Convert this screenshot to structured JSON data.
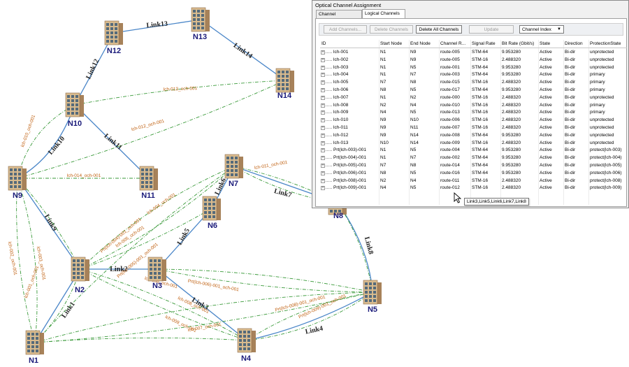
{
  "network": {
    "nodes": [
      {
        "id": "N1",
        "label": "N1"
      },
      {
        "id": "N2",
        "label": "N2"
      },
      {
        "id": "N3",
        "label": "N3"
      },
      {
        "id": "N4",
        "label": "N4"
      },
      {
        "id": "N5",
        "label": "N5"
      },
      {
        "id": "N6",
        "label": "N6"
      },
      {
        "id": "N7",
        "label": "N7"
      },
      {
        "id": "N8",
        "label": "N8"
      },
      {
        "id": "N9",
        "label": "N9"
      },
      {
        "id": "N10",
        "label": "N10"
      },
      {
        "id": "N11",
        "label": "N11"
      },
      {
        "id": "N12",
        "label": "N12"
      },
      {
        "id": "N13",
        "label": "N13"
      },
      {
        "id": "N14",
        "label": "N14"
      }
    ],
    "links": [
      {
        "label": "Link1",
        "from": "N1",
        "to": "N2"
      },
      {
        "label": "Link2",
        "from": "N2",
        "to": "N3"
      },
      {
        "label": "Link3",
        "from": "N3",
        "to": "N4"
      },
      {
        "label": "Link4",
        "from": "N4",
        "to": "N5"
      },
      {
        "label": "Link5",
        "from": "N3",
        "to": "N6"
      },
      {
        "label": "Link6",
        "from": "N6",
        "to": "N7"
      },
      {
        "label": "Link7",
        "from": "N7",
        "to": "N8"
      },
      {
        "label": "Link8",
        "from": "N8",
        "to": "N5"
      },
      {
        "label": "Link9",
        "from": "N9",
        "to": "N2"
      },
      {
        "label": "Link10",
        "from": "N9",
        "to": "N10"
      },
      {
        "label": "Link11",
        "from": "N10",
        "to": "N11"
      },
      {
        "label": "Link12",
        "from": "N10",
        "to": "N12"
      },
      {
        "label": "Link13",
        "from": "N12",
        "to": "N13"
      },
      {
        "label": "Link14",
        "from": "N13",
        "to": "N14"
      }
    ],
    "och_labels": [
      "lch-013_och-001",
      "lch-012_och-001",
      "lch-014_och-001",
      "lch-010_och-001",
      "lch-004_och-001",
      "lch-005_och-001",
      "Prt(lch-004)-001_och-001",
      "Prt(lch-005)-001_och-001",
      "lch-006_och-001",
      "Prt(lch-006)-001_och-001",
      "lch-008_och-001",
      "lch-009_och-001",
      "Prt(lch-008)-001_och-001",
      "lch-002_och-001",
      "lch-001_och-001",
      "lch-003_och-001",
      "Prt(lch-009)-001_och-001",
      "lch-011_och-001",
      "lch-007_och-001"
    ],
    "colors": {
      "link": "#4a86c8",
      "och": "#3a9a3a",
      "och_label": "#c06010",
      "node_label": "#1a1a7a"
    }
  },
  "dialog": {
    "title": "Optical Channel Assignment",
    "tabs": [
      {
        "label": "Channel Parameters",
        "active": false
      },
      {
        "label": "Logical Channels",
        "active": true
      }
    ],
    "toolbar": {
      "add": "Add Channels...",
      "delete": "Delete Channels",
      "delete_all": "Delete All Channels",
      "update": "Update",
      "sort_select": "Channel Index"
    },
    "columns": [
      "ID",
      "Start Node",
      "End Node",
      "Channel R...",
      "Signal Rate",
      "Bit Rate (Gbit/s)",
      "State",
      "Direction",
      "ProtectionState"
    ],
    "rows": [
      [
        "lch-001",
        "N1",
        "N9",
        "route-005",
        "STM-64",
        "9.953280",
        "Active",
        "Bi-dir",
        "unprotected"
      ],
      [
        "lch-002",
        "N1",
        "N9",
        "route-005",
        "STM-16",
        "2.488320",
        "Active",
        "Bi-dir",
        "unprotected"
      ],
      [
        "lch-003",
        "N1",
        "N5",
        "route-001",
        "STM-64",
        "9.953280",
        "Active",
        "Bi-dir",
        "unprotected"
      ],
      [
        "lch-004",
        "N1",
        "N7",
        "route-003",
        "STM-64",
        "9.953280",
        "Active",
        "Bi-dir",
        "primary"
      ],
      [
        "lch-005",
        "N7",
        "N8",
        "route-015",
        "STM-16",
        "2.488320",
        "Active",
        "Bi-dir",
        "primary"
      ],
      [
        "lch-006",
        "N8",
        "N5",
        "route-017",
        "STM-64",
        "9.953280",
        "Active",
        "Bi-dir",
        "primary"
      ],
      [
        "lch-007",
        "N1",
        "N2",
        "route-000",
        "STM-16",
        "2.488320",
        "Active",
        "Bi-dir",
        "unprotected"
      ],
      [
        "lch-008",
        "N2",
        "N4",
        "route-010",
        "STM-16",
        "2.488320",
        "Active",
        "Bi-dir",
        "primary"
      ],
      [
        "lch-009",
        "N4",
        "N5",
        "route-013",
        "STM-16",
        "2.488320",
        "Active",
        "Bi-dir",
        "primary"
      ],
      [
        "lch-010",
        "N9",
        "N10",
        "route-006",
        "STM-16",
        "2.488320",
        "Active",
        "Bi-dir",
        "unprotected"
      ],
      [
        "lch-011",
        "N9",
        "N11",
        "route-007",
        "STM-16",
        "2.488320",
        "Active",
        "Bi-dir",
        "unprotected"
      ],
      [
        "lch-012",
        "N9",
        "N14",
        "route-008",
        "STM-64",
        "9.953280",
        "Active",
        "Bi-dir",
        "unprotected"
      ],
      [
        "lch-013",
        "N10",
        "N14",
        "route-009",
        "STM-16",
        "2.488320",
        "Active",
        "Bi-dir",
        "unprotected"
      ],
      [
        "Prt(lch-003)-001",
        "N1",
        "N5",
        "route-004",
        "STM-64",
        "9.953280",
        "Active",
        "Bi-dir",
        "protect(lch-003)"
      ],
      [
        "Prt(lch-004)-001",
        "N1",
        "N7",
        "route-002",
        "STM-64",
        "9.953280",
        "Active",
        "Bi-dir",
        "protect(lch-004)"
      ],
      [
        "Prt(lch-005)-001",
        "N7",
        "N8",
        "route-014",
        "STM-64",
        "9.953280",
        "Active",
        "Bi-dir",
        "protect(lch-005)"
      ],
      [
        "Prt(lch-006)-001",
        "N8",
        "N5",
        "route-016",
        "STM-64",
        "9.953280",
        "Active",
        "Bi-dir",
        "protect(lch-006)"
      ],
      [
        "Prt(lch-008)-001",
        "N2",
        "N4",
        "route-011",
        "STM-16",
        "2.488320",
        "Active",
        "Bi-dir",
        "protect(lch-008)"
      ],
      [
        "Prt(lch-009)-001",
        "N4",
        "N5",
        "route-012",
        "STM-16",
        "2.488320",
        "Active",
        "Bi-dir",
        "protect(lch-009)"
      ]
    ],
    "tooltip": "Link3,Link5,Link6,Link7,Link8"
  }
}
